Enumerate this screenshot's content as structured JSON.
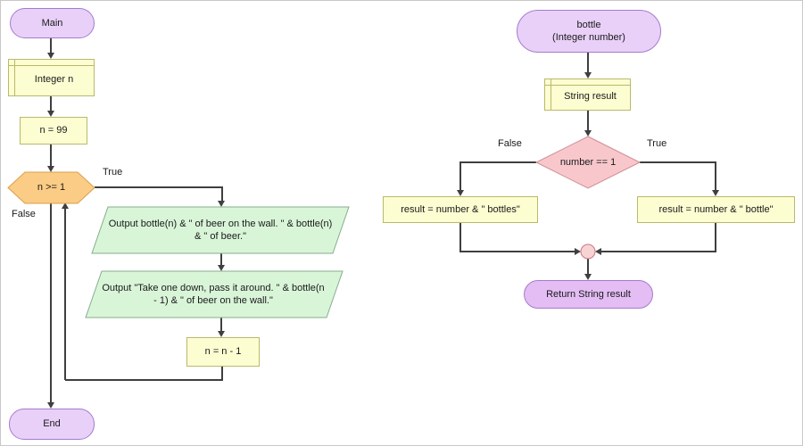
{
  "main_flow": {
    "start_label": "Main",
    "declare_label": "Integer n",
    "init_label": "n = 99",
    "condition_label": "n >= 1",
    "true_label": "True",
    "false_label": "False",
    "output1_label": "Output bottle(n) & \" of beer on the wall. \" & bottle(n) & \" of beer.\"",
    "output2_label": "Output \"Take one down, pass it around. \" & bottle(n - 1) & \" of beer on the wall.\"",
    "decrement_label": "n = n - 1",
    "end_label": "End"
  },
  "bottle_flow": {
    "start_label": "bottle\n(Integer number)",
    "declare_label": "String result",
    "condition_label": "number == 1",
    "false_label": "False",
    "true_label": "True",
    "false_assign_label": "result = number & \" bottles\"",
    "true_assign_label": "result = number & \" bottle\"",
    "return_label": "Return String result"
  },
  "colors": {
    "terminal_fill": "#e9d0f8",
    "terminal_border": "#a47ccc",
    "return_fill": "#e3bdf3",
    "statement_fill": "#fdfdd2",
    "statement_border": "#b9b96a",
    "loop_fill": "#fbcc85",
    "loop_border": "#d99f4d",
    "io_fill": "#d9f5d8",
    "io_border": "#86ad8e",
    "decision_fill": "#f8c7cc",
    "decision_border": "#cf8d93",
    "join_fill": "#f8d3d6",
    "join_border": "#ca767e",
    "connector": "#3f3f3f"
  }
}
